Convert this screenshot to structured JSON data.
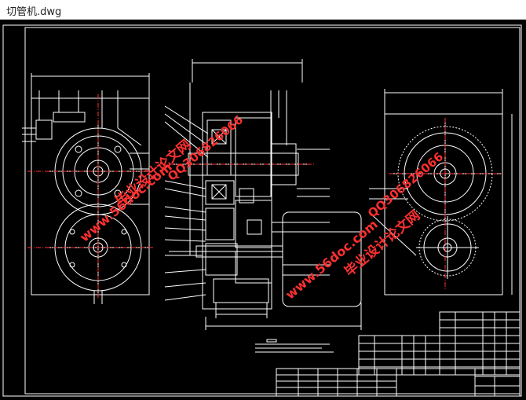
{
  "window": {
    "title": "切管机.dwg"
  },
  "drawing": {
    "background": "#000000",
    "line_color": "#ffffff",
    "accent_color": "#ff3030",
    "watermarks": {
      "site": "www.56doc.com",
      "name": "毕业设计论文网",
      "qq": "QQ306826066"
    }
  }
}
